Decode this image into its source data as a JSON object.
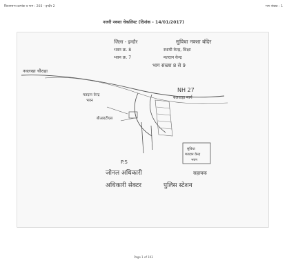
{
  "header": {
    "left": "विधानसभा क्रमांक व नाम : 203 - इन्दौर 2",
    "right": "भाग संख्या : 1"
  },
  "document": {
    "title": "नजरी नक्शा चेकलिस्ट (दिनांक - 14/01/2017)"
  },
  "sketch": {
    "lines": {
      "l1": "जिला - इन्दौर",
      "l1b": "सुविधा नक्शा बंदिर",
      "l2": "भवन क्र. 8",
      "l2b": "स्थायी केन्द्र, शिक्षा",
      "l3": "भवन क्र. 7",
      "l3b": "मतदान केन्द्र",
      "l4": "भाग संख्या 8 से 9",
      "road1": "नवलखा चौराहा",
      "road2": "NH 27",
      "road2b": "बलवाड़ा मार्ग",
      "lbl1": "मतदान केन्द्र",
      "lbl1b": "भवन",
      "lbl2": "बीआरटीएस",
      "box1": "सुविधा",
      "box1b": "मतदान केन्द्र",
      "box1c": "भवन",
      "ps": "P.S",
      "ps1": "जोनल अधिकारी",
      "ps2": "अधिकारी सेक्टर",
      "ps3": "पुलिस स्टेशन",
      "ps4": "सहायक"
    }
  },
  "footer": {
    "page": "Page 1 of 103"
  }
}
